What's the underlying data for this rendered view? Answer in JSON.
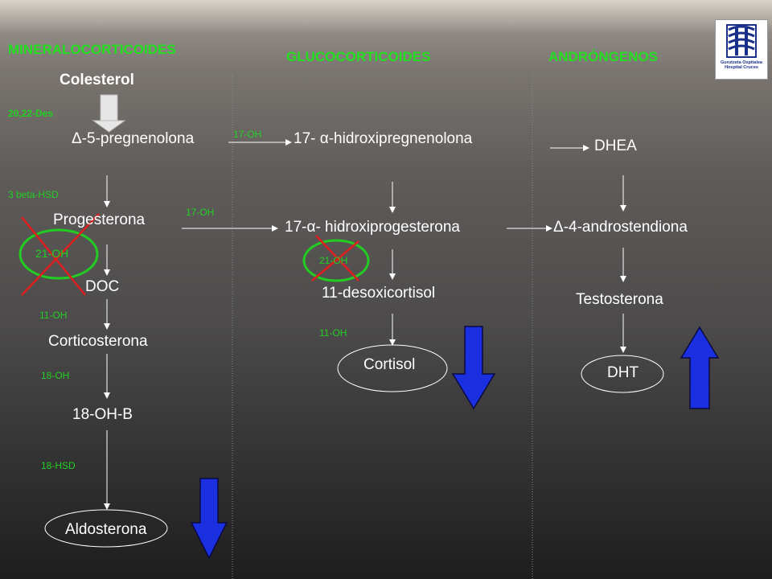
{
  "headers": {
    "mineralocorticoides": "MINERALOCORTICOIDES",
    "glucocorticoides": "GLUCOCORTICOIDES",
    "androgenos": "ANDRÓNGENOS"
  },
  "molecules": {
    "colesterol": "Colesterol",
    "pregnenolona": "Δ-5-pregnenolona",
    "hidroxipregnenolona": "17- α-hidroxipregnenolona",
    "dhea": "DHEA",
    "progesterona": "Progesterona",
    "hidroxiprogesterona": "17-α- hidroxiprogesterona",
    "androstendiona": "Δ-4-androstendiona",
    "doc": "DOC",
    "desoxicortisol": "11-desoxicortisol",
    "testosterona": "Testosterona",
    "corticosterona": "Corticosterona",
    "cortisol": "Cortisol",
    "dht": "DHT",
    "oh_b": "18-OH-B",
    "aldosterona": "Aldosterona"
  },
  "enzymes": {
    "des_20_22": "20,22-Des",
    "hsd_3beta": "3 beta-HSD",
    "oh17_top": "17-OH",
    "oh17_mid": "17-OH",
    "oh21_left": "21-OH",
    "oh21_mid": "21-OH",
    "oh11_left": "11-OH",
    "oh11_mid": "11-OH",
    "oh18": "18-OH",
    "hsd18": "18-HSD"
  },
  "logo": {
    "text": "Gurutzeta Ospitalea Hospital Cruces"
  },
  "colors": {
    "header_green": "#22e01e",
    "enzyme_green": "#22d022",
    "block_circle": "#22cc22",
    "block_cross": "#e01e1e",
    "decrease_arrow": "#1a2fe0",
    "increase_arrow": "#1a2fe0",
    "divider": "#8a8a8a"
  },
  "icons": {
    "cholesterol_arrow": "gray-down-arrow-icon",
    "decrease": "blue-down-arrow-icon",
    "increase": "blue-up-arrow-icon",
    "block": "red-cross-icon"
  }
}
